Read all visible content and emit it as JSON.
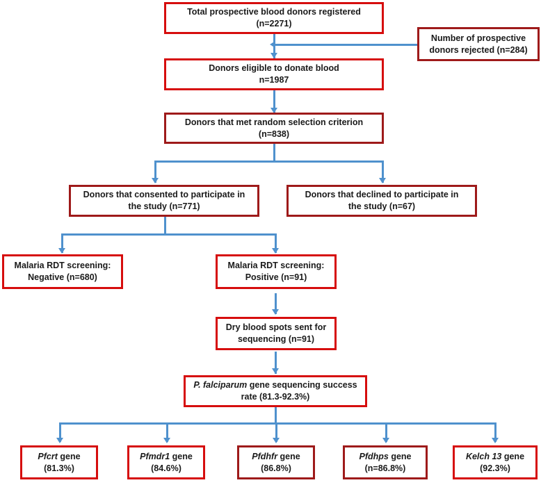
{
  "diagram": {
    "title": "Blood donor malaria screening and P. falciparum gene sequencing flowchart",
    "colors": {
      "box_border_bright": "#d60d0d",
      "box_border_dark": "#9e1a1a",
      "connector": "#4f91cd",
      "background": "#ffffff",
      "text": "#1a1a1a"
    },
    "nodes": [
      {
        "id": "total-registered",
        "line1": "Total prospective blood donors registered",
        "line2": "(n=2271)"
      },
      {
        "id": "rejected",
        "line1": "Number of prospective",
        "line2": "donors rejected (n=284)"
      },
      {
        "id": "eligible",
        "line1": "Donors eligible to donate blood",
        "line2": "n=1987"
      },
      {
        "id": "random-selection",
        "line1": "Donors that met random selection criterion",
        "line2": "(n=838)"
      },
      {
        "id": "consented",
        "line1": "Donors that consented to participate in",
        "line2": "the study (n=771)"
      },
      {
        "id": "declined",
        "line1": "Donors that declined to participate in",
        "line2": "the study (n=67)"
      },
      {
        "id": "rdt-negative",
        "line1": "Malaria RDT screening:",
        "line2": "Negative (n=680)"
      },
      {
        "id": "rdt-positive",
        "line1": "Malaria RDT screening:",
        "line2": "Positive (n=91)"
      },
      {
        "id": "dry-blood-spots",
        "line1": "Dry blood spots sent for",
        "line2": "sequencing (n=91)"
      },
      {
        "id": "sequencing-success",
        "line1_italic": "P. falciparum",
        "line1_rest": " gene sequencing success",
        "line2": "rate (81.3-92.3%)"
      }
    ],
    "genes": [
      {
        "id": "pfcrt",
        "name": "Pfcrt",
        "suffix": " gene",
        "value": "(81.3%)"
      },
      {
        "id": "pfmdr1",
        "name": "Pfmdr1",
        "suffix": " gene",
        "value": "(84.6%)"
      },
      {
        "id": "pfdhfr",
        "name": "Pfdhfr",
        "suffix": " gene",
        "value": "(86.8%)"
      },
      {
        "id": "pfdhps",
        "name": "Pfdhps",
        "suffix": " gene",
        "value": "(n=86.8%)"
      },
      {
        "id": "kelch13",
        "name": "Kelch 13",
        "suffix": " gene",
        "value": "(92.3%)"
      }
    ]
  }
}
